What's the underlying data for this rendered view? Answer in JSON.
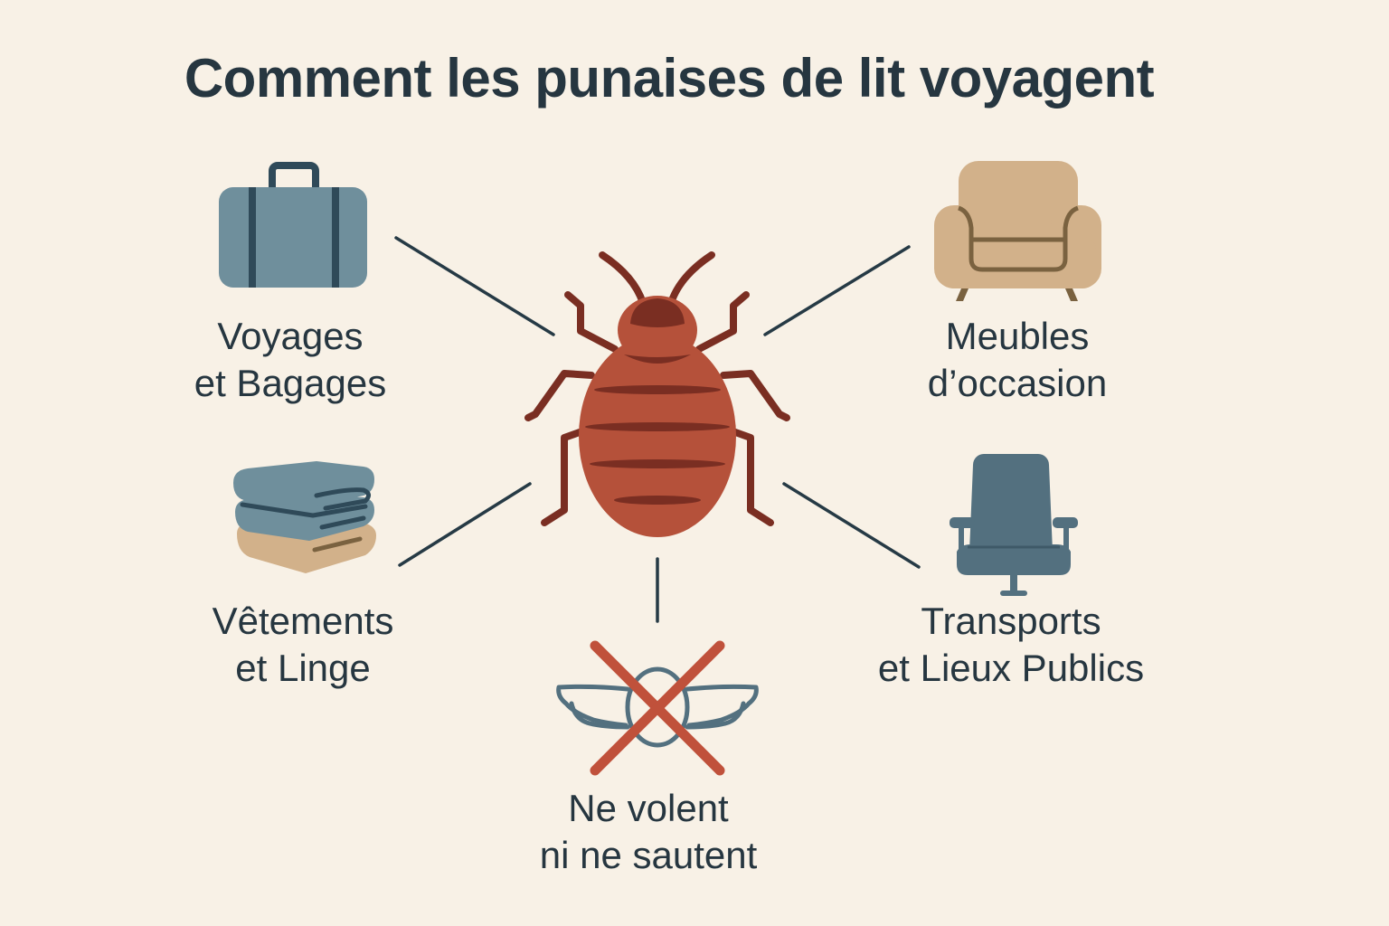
{
  "title": "Comment les punaises de lit voyagent",
  "center": {
    "icon": "bed-bug-icon"
  },
  "colors": {
    "background": "#f8f1e6",
    "text": "#263640",
    "bug_body": "#b5513a",
    "bug_dark": "#7a2e22",
    "connector": "#263a45",
    "blue": "#6f8f9c",
    "tan": "#d2b18a",
    "cross": "#c0513b"
  },
  "items": [
    {
      "id": "luggage",
      "icon": "suitcase-icon",
      "line1": "Voyages",
      "line2": "et Bagages"
    },
    {
      "id": "furniture",
      "icon": "armchair-icon",
      "line1": "Meubles",
      "line2": "d’occasion"
    },
    {
      "id": "clothes",
      "icon": "folded-linen-icon",
      "line1": "Vêtements",
      "line2": "et Linge"
    },
    {
      "id": "transport",
      "icon": "seat-icon",
      "line1": "Transports",
      "line2": "et Lieux Publics"
    },
    {
      "id": "no-fly",
      "icon": "crossed-wings-icon",
      "line1": "Ne volent",
      "line2": "ni ne sautent"
    }
  ]
}
